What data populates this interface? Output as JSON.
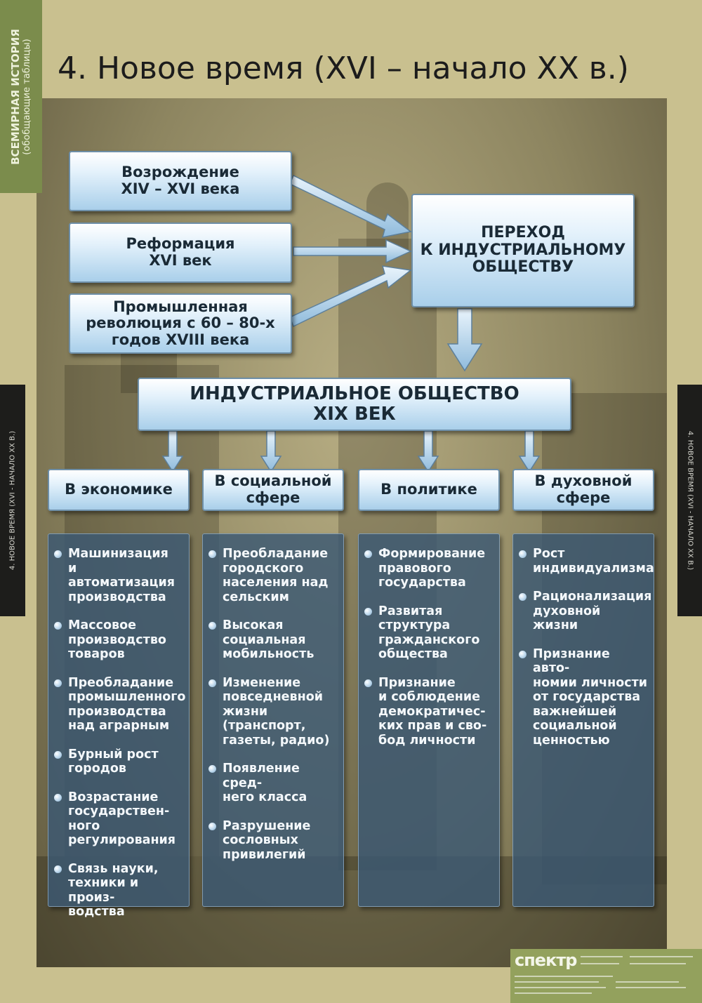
{
  "side_tab": {
    "line1": "ВСЕМИРНАЯ ИСТОРИЯ",
    "line2": "(обобщающие таблицы)"
  },
  "strip_left": "4. НОВОЕ ВРЕМЯ (XVI - НАЧАЛО XX В.)",
  "strip_right": "4. НОВОЕ ВРЕМЯ (XVI - НАЧАЛО XX В.)",
  "title": "4. Новое время (XVI – начало XX в.)",
  "causes": [
    {
      "text": "Возрождение\nXIV – XVI века"
    },
    {
      "text": "Реформация\nXVI век"
    },
    {
      "text": "Промышленная\nреволюция с 60 – 80-х\nгодов XVIII века"
    }
  ],
  "transition": "ПЕРЕХОД\nК ИНДУСТРИАЛЬНОМУ\nОБЩЕСТВУ",
  "industrial": "ИНДУСТРИАЛЬНОЕ ОБЩЕСТВО\nXIX ВЕК",
  "categories": [
    {
      "label": "В экономике",
      "items": [
        "Машинизация\nи автоматизация\nпроизводства",
        "Массовое\nпроизводство\nтоваров",
        "Преобладание\nпромышленного\nпроизводства\nнад аграрным",
        "Бурный рост\nгородов",
        "Возрастание\nгосударствен-\nного\nрегулирования",
        "Связь науки,\nтехники и произ-\nводства"
      ]
    },
    {
      "label": "В социальной\nсфере",
      "items": [
        "Преобладание\nгородского\nнаселения над\nсельским",
        "Высокая\nсоциальная\nмобильность",
        "Изменение\nповседневной\nжизни\n(транспорт,\nгазеты, радио)",
        "Появление сред-\nнего класса",
        "Разрушение\nсословных\nпривилегий"
      ]
    },
    {
      "label": "В политике",
      "items": [
        "Формирование\nправового\nгосударства",
        "Развитая\nструктура\nгражданского\nобщества",
        "Признание\nи соблюдение\nдемократичес-\nких прав и сво-\nбод личности"
      ]
    },
    {
      "label": "В духовной\nсфере",
      "items": [
        "Рост\nиндивидуализма",
        "Рационализация\nдуховной жизни",
        "Признание авто-\nномии личности\nот государства\nважнейшей\nсоциальной\nценностью"
      ]
    }
  ],
  "footer": {
    "brand": "спектр"
  }
}
